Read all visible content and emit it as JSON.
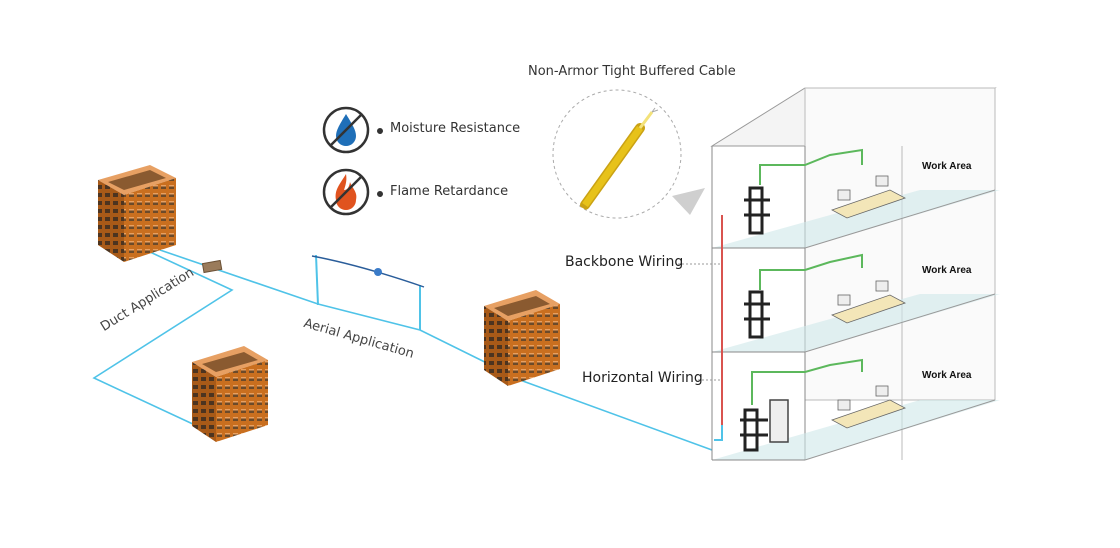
{
  "cable_title": "Non-Armor Tight Buffered Cable",
  "features": [
    {
      "label": "Moisture Resistance",
      "icon": "no-water-drop-icon"
    },
    {
      "label": "Flame Retardance",
      "icon": "no-flame-icon"
    }
  ],
  "wiring": {
    "backbone": "Backbone Wiring",
    "horizontal": "Horizontal Wiring"
  },
  "work_areas": [
    "Work Area",
    "Work Area",
    "Work Area"
  ],
  "applications": {
    "duct": "Duct Application",
    "aerial": "Aerial Application"
  },
  "colors": {
    "cable_line": "#4fc3e8",
    "building_orange": "#d9822b",
    "floor_green": "#5cb85c",
    "floor_shade": "#cfe8ea",
    "riser_red": "#d9534f",
    "cable_yellow": "#e7c21a"
  }
}
